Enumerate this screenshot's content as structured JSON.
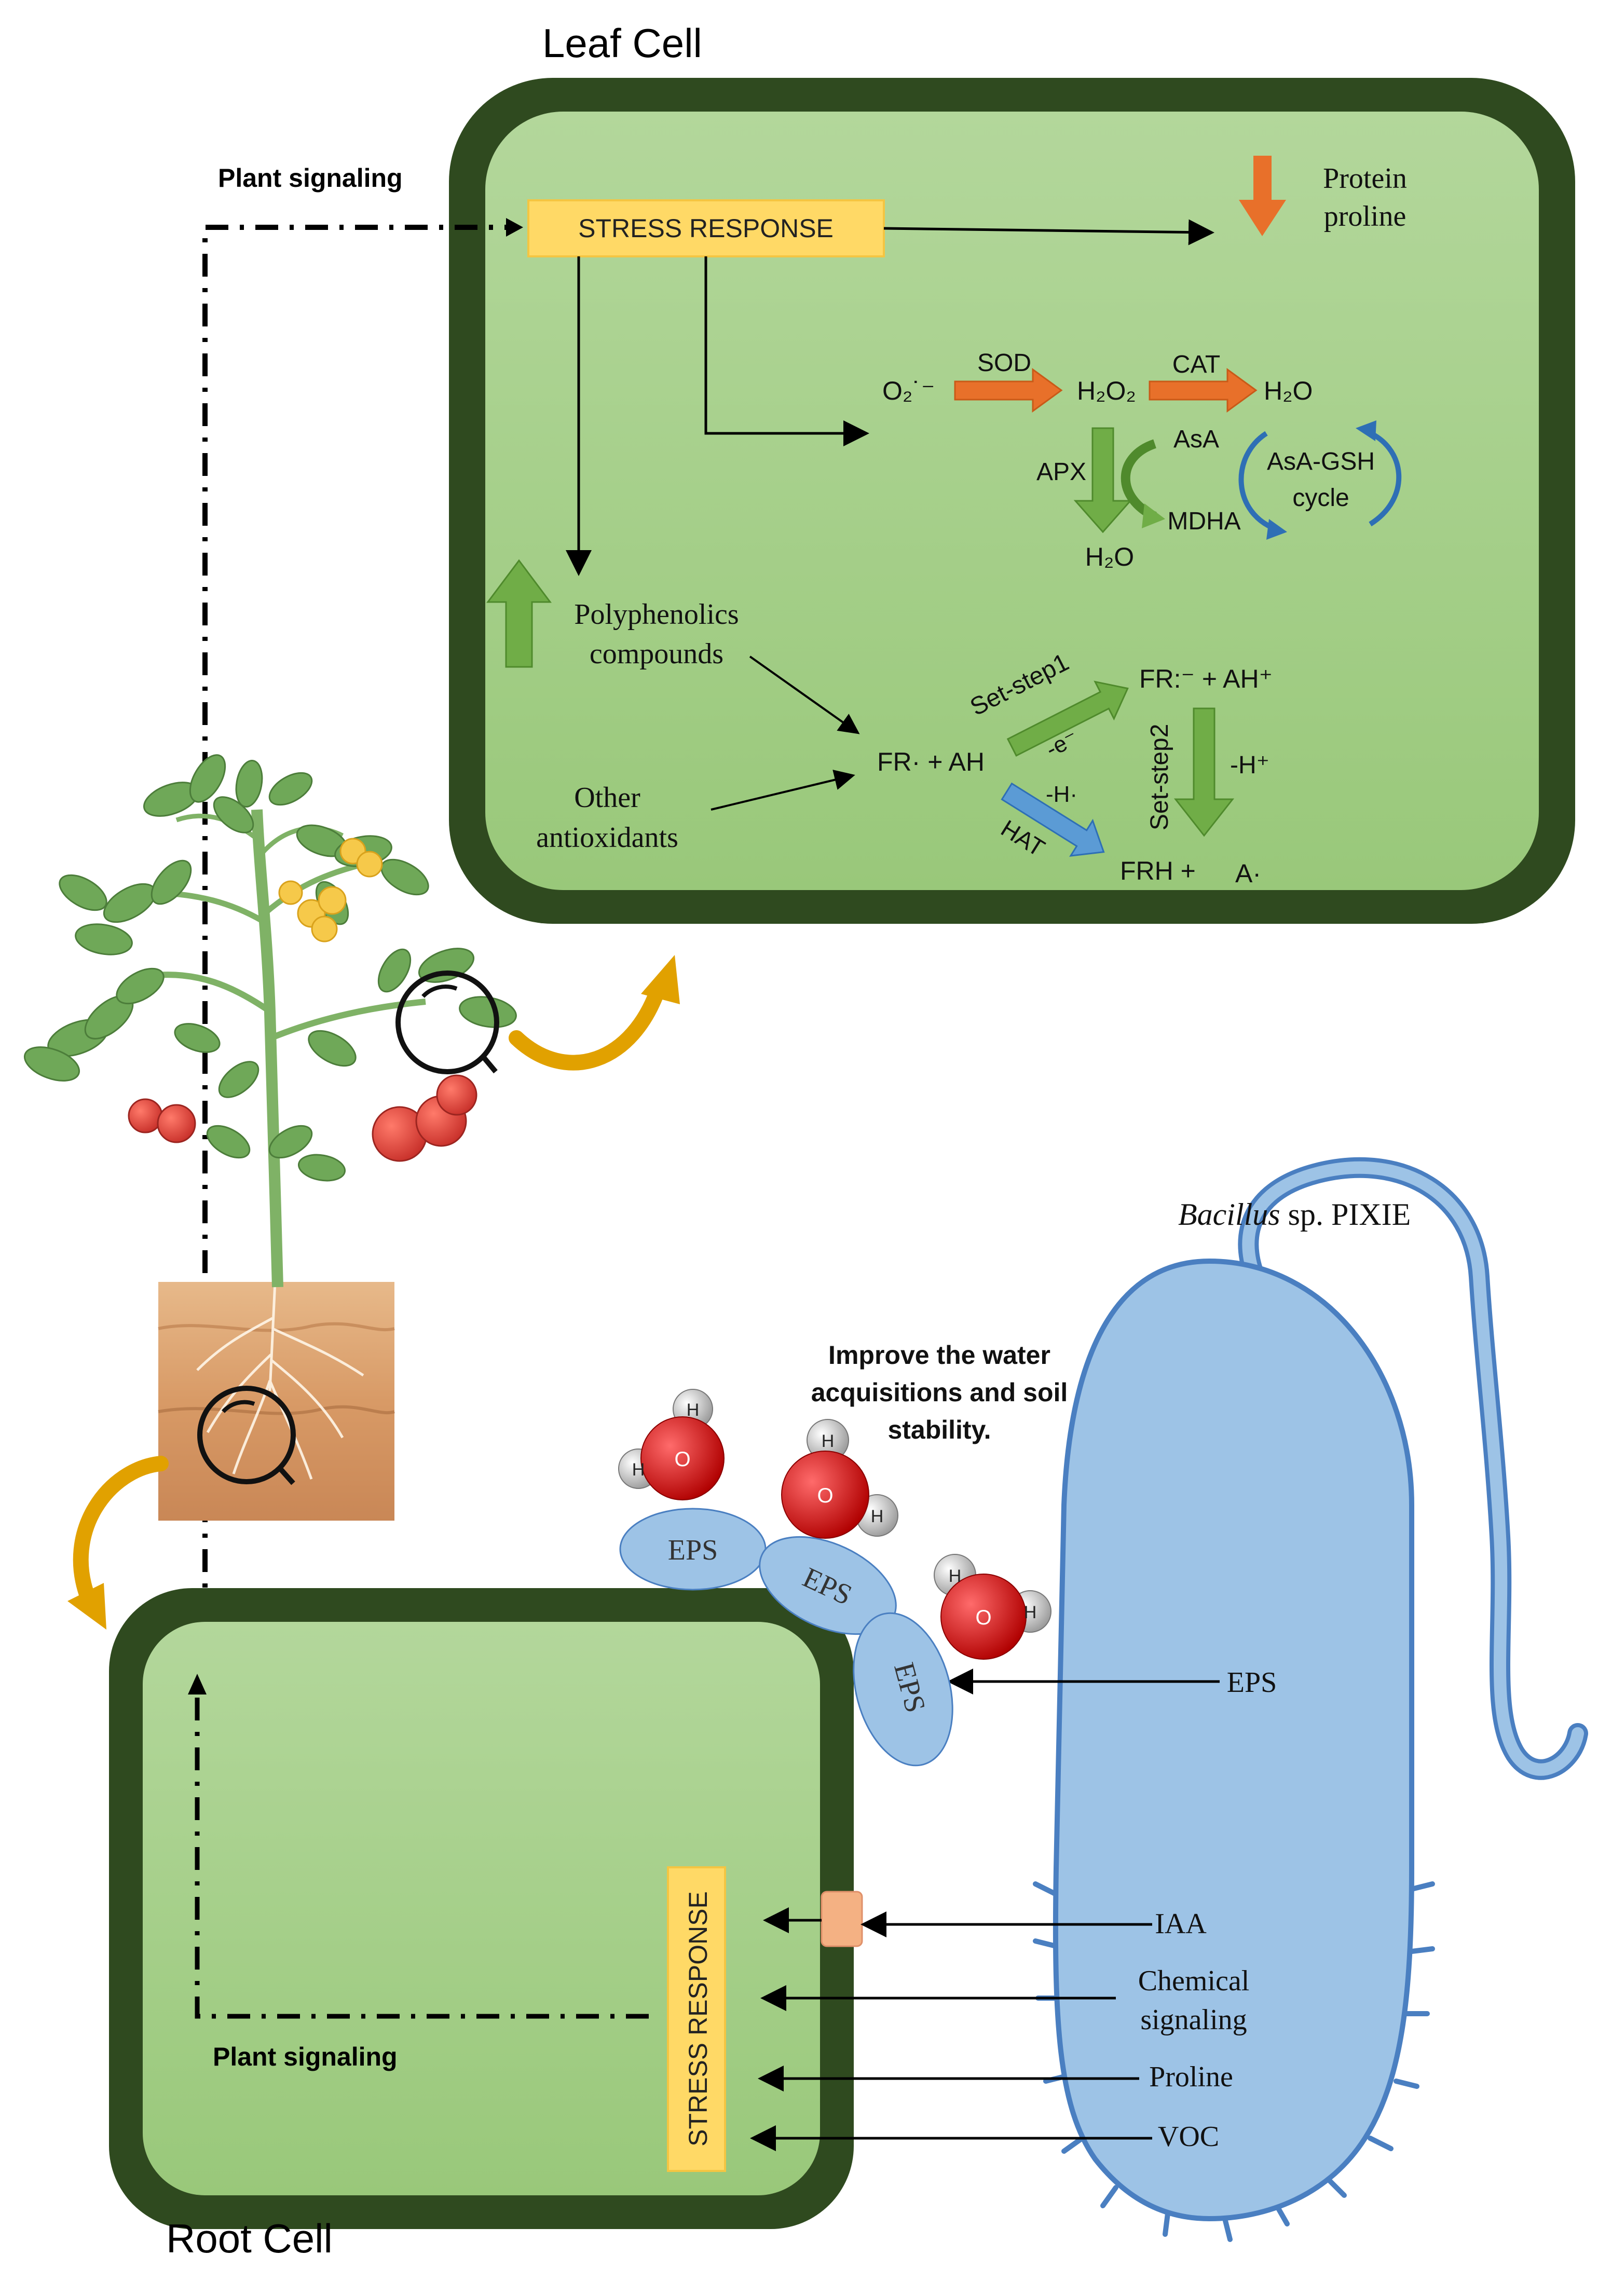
{
  "leaf_cell": {
    "title": "Leaf Cell",
    "plant_signaling_label": "Plant signaling",
    "stress_response_label": "STRESS RESPONSE",
    "protein_line1": "Protein",
    "protein_line2": "proline",
    "superoxide": "O₂˙⁻",
    "sod": "SOD",
    "h2o2": "H₂O₂",
    "cat": "CAT",
    "h2o_top": "H₂O",
    "asa": "AsA",
    "apx": "APX",
    "mdha": "MDHA",
    "h2o_bottom": "H₂O",
    "cycle_line1": "AsA-GSH",
    "cycle_line2": "cycle",
    "polyphenolics_line1": "Polyphenolics",
    "polyphenolics_line2": "compounds",
    "other_line1": "Other",
    "other_line2": "antioxidants",
    "fr_ah": "FR·  + AH",
    "set_step1": "Set-step1",
    "minus_e": "-e⁻",
    "fr_radical": "FR:⁻  + AH⁺",
    "set_step2": "Set-step2",
    "minus_h_plus": "-H⁺",
    "minus_h_dot": "-H·",
    "hat": "HAT",
    "frh": "FRH  +",
    "a_dot": "A·"
  },
  "root_cell": {
    "title": "Root Cell",
    "stress_response_label": "STRESS RESPONSE",
    "plant_signaling_label": "Plant signaling"
  },
  "bacterium": {
    "name_italic": "Bacillus",
    "name_rest": " sp. PIXIE",
    "eps": "EPS",
    "iaa": "IAA",
    "chemical_line1": "Chemical",
    "chemical_line2": "signaling",
    "proline": "Proline",
    "voc": "VOC"
  },
  "water": {
    "caption_line1": "Improve the water",
    "caption_line2": "acquisitions and soil",
    "caption_line3": "stability.",
    "eps_blob1": "EPS",
    "eps_blob2": "EPS",
    "eps_blob3": "EPS",
    "h": "H",
    "o": "O"
  },
  "colors": {
    "cell_wall": "#2f4a1f",
    "cell_fill": "#a8d08d",
    "stress_box": "#ffd966",
    "orange_arrow": "#e8702a",
    "green_arrow": "#70ad47",
    "blue_arrow": "#5b9bd5",
    "bacterium_fill": "#9dc3e6",
    "bacterium_stroke": "#4a7fc1",
    "eps_fill": "#9dc3e6",
    "curved_arrow": "#e1a100",
    "receptor": "#f4b183"
  }
}
